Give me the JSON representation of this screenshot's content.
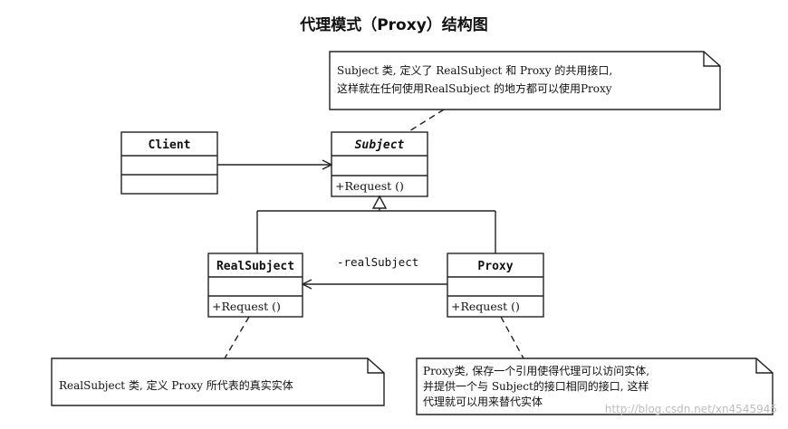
{
  "title": "代理模式（Proxy）结构图",
  "classes": {
    "client": {
      "name": "Client",
      "operation": ""
    },
    "subject": {
      "name": "Subject",
      "operation": "+Request ()"
    },
    "real_subject": {
      "name": "RealSubject",
      "operation": "+Request ()"
    },
    "proxy": {
      "name": "Proxy",
      "operation": "+Request ()"
    }
  },
  "association_label": "-realSubject",
  "notes": {
    "subject": [
      "Subject 类, 定义了 RealSubject 和 Proxy 的共用接口,",
      "这样就在任何使用RealSubject 的地方都可以使用Proxy"
    ],
    "real_subject": [
      "RealSubject 类, 定义 Proxy 所代表的真实实体"
    ],
    "proxy": [
      "Proxy类, 保存一个引用使得代理可以访问实体,",
      "并提供一个与 Subject的接口相同的接口, 这样",
      "代理就可以用来替代实体"
    ]
  },
  "watermark": "http://blog.csdn.net/xn4545945"
}
